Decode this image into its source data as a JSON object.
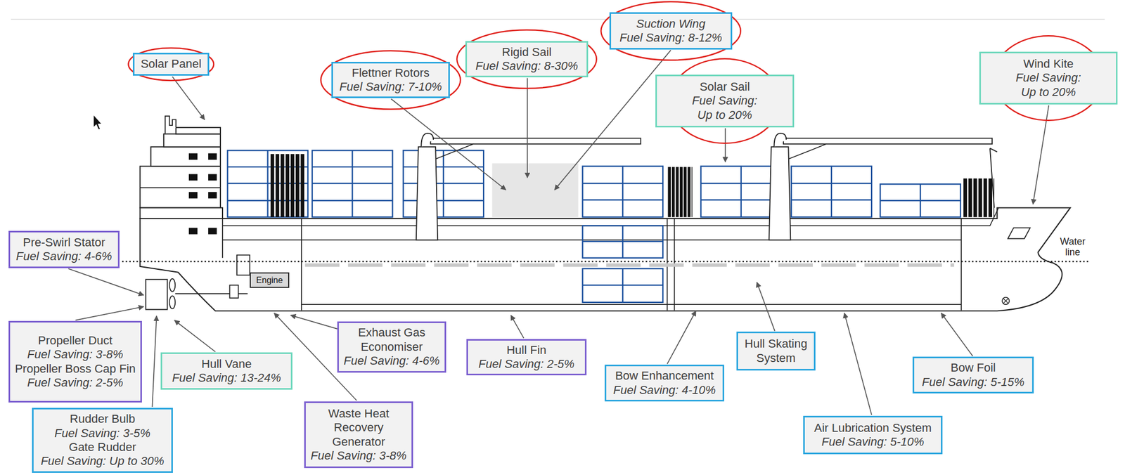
{
  "diagram": {
    "nodes": [
      {
        "text": [
          "Solar Panel"
        ]
      },
      {
        "text": [
          "Flettner Rotors",
          "Fuel Saving: 7-10%"
        ]
      },
      {
        "text": [
          "Rigid Sail",
          "Fuel Saving: 8-30%"
        ]
      },
      {
        "text": [
          "Suction Wing",
          "Fuel Saving: 8-12%"
        ]
      },
      {
        "text": [
          "Solar Sail",
          "Fuel Saving: Up to 20%"
        ]
      },
      {
        "text": [
          "Wind Kite",
          "Fuel Saving: Up to 20%"
        ]
      },
      {
        "text": [
          "Pre-Swirl Stator",
          "Fuel Saving: 4-6%"
        ]
      },
      {
        "text": [
          "Engine"
        ]
      },
      {
        "text": [
          "Propeller Duct",
          "Fuel Saving: 3-8%",
          "Propeller Boss Cap Fin",
          "Fuel Saving: 2-5%"
        ]
      },
      {
        "text": [
          "Hull Vane",
          "Fuel Saving: 13-24%"
        ]
      },
      {
        "text": [
          "Exhaust Gas Economiser",
          "Fuel Saving: 4-6%"
        ]
      },
      {
        "text": [
          "Hull Fin",
          "Fuel Saving: 2-5%"
        ]
      },
      {
        "text": [
          "Hull Skating System"
        ]
      },
      {
        "text": [
          "Bow Foil",
          "Fuel Saving: 5-15%"
        ]
      },
      {
        "text": [
          "Bow Enhancement",
          "Fuel Saving: 4-10%"
        ]
      },
      {
        "text": [
          "Waste Heat Recovery Generator",
          "Fuel Saving: 3-8%"
        ]
      },
      {
        "text": [
          "Rudder Bulb",
          "Fuel Saving: 3-5%",
          "Gate Rudder",
          "Fuel Saving: Up to 30%"
        ]
      },
      {
        "text": [
          "Air Lubrication System",
          "Fuel Saving: 5-10%"
        ]
      }
    ],
    "labels": [
      "Water line"
    ]
  }
}
